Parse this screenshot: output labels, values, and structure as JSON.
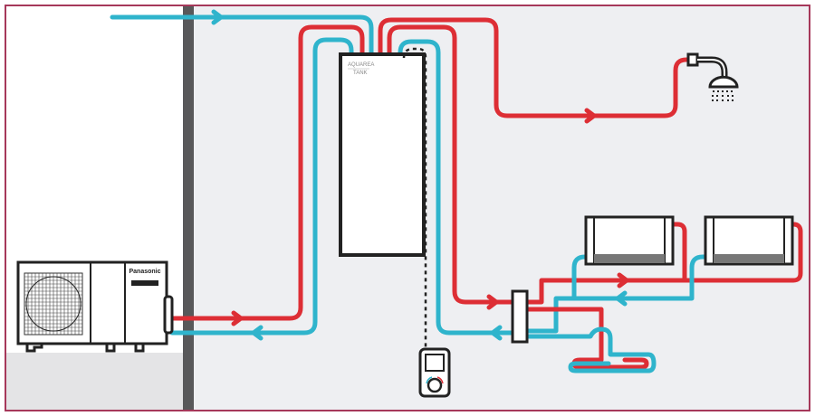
{
  "colors": {
    "hot": "#dd2e35",
    "cold": "#2fb4cc",
    "outline": "#222222",
    "wall": "#58585a",
    "frame": "#a6385a",
    "indoor_bg": "#eeeff2",
    "outdoor_bg": "#ffffff",
    "ground": "#e4e4e6"
  },
  "heat_pump": {
    "brand": "Panasonic",
    "icon": "outdoor-unit-icon"
  },
  "tank": {
    "line1": "AQUAREA",
    "line2": "TANK",
    "icon": "water-tank-icon"
  },
  "icons": {
    "shower": "shower-icon",
    "radiator": "radiator-icon",
    "manifold": "manifold-icon",
    "floor_heating": "underfloor-heating-icon",
    "controller": "remote-controller-icon",
    "wall": "wall-icon"
  }
}
